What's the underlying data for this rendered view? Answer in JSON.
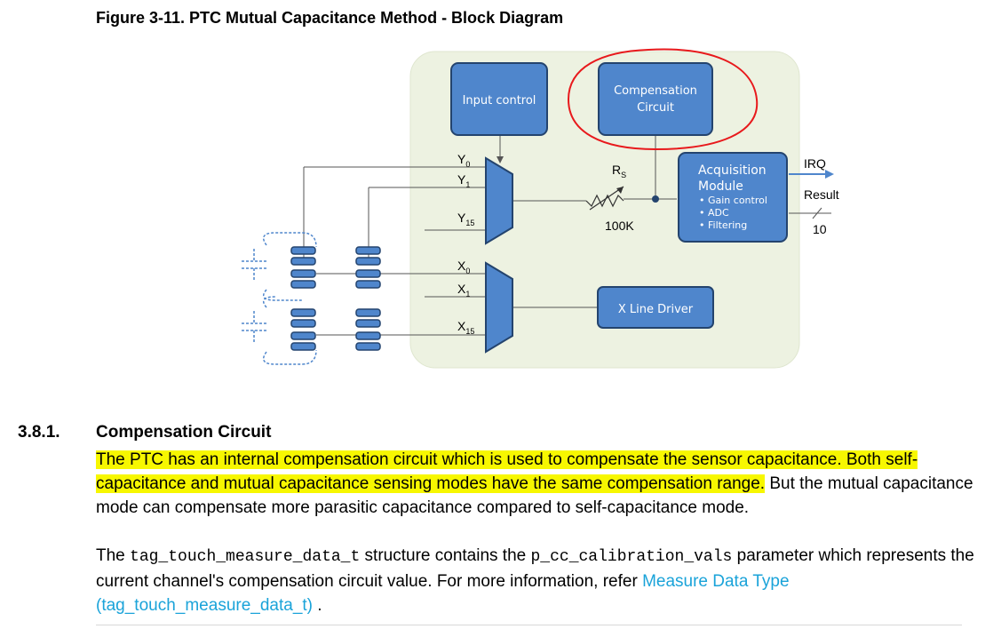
{
  "figure": {
    "title": "Figure 3-11.  PTC Mutual Capacitance Method - Block Diagram",
    "blocks": {
      "input_control": "Input control",
      "compensation_line1": "Compensation",
      "compensation_line2": "Circuit",
      "acquisition_line1": "Acquisition",
      "acquisition_line2": "Module",
      "acq_bullet1": "• Gain control",
      "acq_bullet2": "• ADC",
      "acq_bullet3": "• Filtering",
      "x_line_driver": "X Line Driver"
    },
    "labels": {
      "y": "Y",
      "y0_sub": "0",
      "y1_sub": "1",
      "y15_sub": "15",
      "x": "X",
      "x0_sub": "0",
      "x1_sub": "1",
      "x15_sub": "15",
      "rs": "R",
      "rs_sub": "S",
      "resistor_value": "100K",
      "irq": "IRQ",
      "result": "Result",
      "bus_width": "10"
    },
    "colors": {
      "block_fill": "#4f86cc",
      "block_stroke": "#24446e",
      "panel_fill": "#edf2e1",
      "annotation": "#e8191c"
    }
  },
  "section": {
    "number": "3.8.1.",
    "title": "Compensation Circuit",
    "p1_highlight": "The PTC has an internal compensation circuit which is used to compensate the sensor capacitance. Both self-capacitance and mutual capacitance sensing modes have the same compensation range.",
    "p1_rest": " But the mutual capacitance mode can compensate more parasitic capacitance compared to self-capacitance mode.",
    "p2_a": "The ",
    "p2_code1": "tag_touch_measure_data_t",
    "p2_b": " structure contains the ",
    "p2_code2": "p_cc_calibration_vals",
    "p2_c": " parameter which represents the current channel's compensation circuit value. For more information, refer ",
    "p2_link": "Measure Data Type (tag_touch_measure_data_t)",
    "p2_d": " ."
  }
}
